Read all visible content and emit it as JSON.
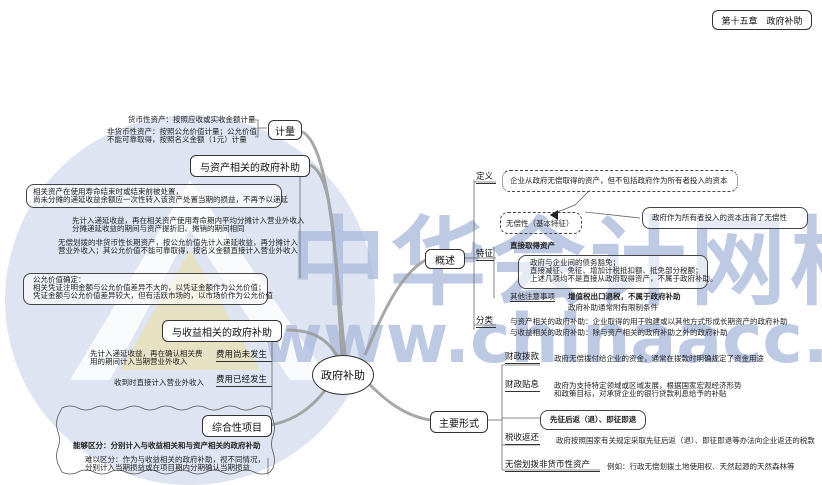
{
  "chapter_label": "第十五章　政府补助",
  "watermark": {
    "cn": "中华会计网校",
    "url": "www.chinaacc.com",
    "color": "#a9b9dc",
    "accent": "#e8c84a"
  },
  "center": {
    "label": "政府补助"
  },
  "left": {
    "measurement": {
      "label": "计量",
      "items": [
        "货币性资产：按照应收或实收金额计量",
        "非货币性资产：按照公允价值计量；公允价值",
        "不能可靠取得，按照名义金额（1元）计量"
      ]
    },
    "asset_related": {
      "label": "与资产相关的政府补助",
      "callout_disposal": [
        "相关资产在使用寿命结束时或结束前被处置，",
        "尚未分摊的递延收益余额应一次性转入该资产处置当期的损益，不再予以递延"
      ],
      "item1": [
        "先计入递延收益，再在相关资产使用寿命期内平均分摊计入营业外收入",
        "分摊递延收益的期间与资产提折旧、摊销的期间相同"
      ],
      "item2": [
        "无偿划拨的非货币性长期资产，按公允价值先计入递延收益，再分摊计入",
        "营业外收入；其公允价值不能可靠取得，按名义金额直接计入营业外收入"
      ],
      "callout_fair_value": [
        "公允价值确定：",
        "相关凭证注明金额与公允价值差异不大的，以凭证金额作为公允价值；",
        "凭证金额与公允价值差异较大，但有活跃市场的，以市场价作为公允价值"
      ]
    },
    "income_related": {
      "label": "与收益相关的政府补助",
      "not_incurred": {
        "label": "费用尚未发生",
        "text": [
          "先计入递延收益，再在确认相关费",
          "用的期间计入当期营业外收入"
        ]
      },
      "incurred": {
        "label": "费用已经发生",
        "text": "收到时直接计入营业外收入"
      }
    },
    "comprehensive": {
      "label": "综合性项目",
      "items": [
        "能够区分：分别计入与收益相关和与资产相关的政府补助",
        "难以区分：作为与收益相关的政府补助，视不同情况，",
        "分别计入当期损益或在项目期内分期确认当期损益"
      ]
    }
  },
  "right": {
    "overview": {
      "label": "概述",
      "definition": {
        "label": "定义",
        "text": "企业从政府无偿取得的资产，但不包括政府作为所有者投入的资本"
      },
      "features": {
        "label": "特征",
        "gratuitous": "无偿性（基本特征）",
        "gratuitous_note": "政府作为所有者投入的资本违背了无偿性",
        "direct": "直接取得资产",
        "direct_callout": [
          "政府与企业间的债务豁免；",
          "直接减征、免征、增加计税抵扣额、抵免部分税额；",
          "上述几项均不是直接从政府取得资产，不属于政府补助。"
        ],
        "other_label": "其他注意事项",
        "other_items": [
          "增值税出口退税，不属于政府补助",
          "政府补助通常附有限制条件"
        ]
      },
      "classification": {
        "label": "分类",
        "items": [
          "与资产相关的政府补助：企业取得的用于购建或以其他方式形成长期资产的政府补助",
          "与收益相关的政府补助：除与资产相关的政府补助之外的政府补助"
        ]
      }
    },
    "main_forms": {
      "label": "主要形式",
      "items": [
        {
          "label": "财政拨款",
          "text": [
            "政府无偿拨付给企业的资金，通常在拨款时明确规定了资金用途"
          ]
        },
        {
          "label": "财政贴息",
          "text": [
            "政府为支持特定领域或区域发展，根据国家宏观经济形势",
            "和政策目标，对承贷企业的银行贷款利息给予的补贴"
          ]
        },
        {
          "label": "税收返还",
          "text": [
            "政府按照国家有关规定采取先征后返（退）、即征即退等办法向企业返还的税款"
          ]
        },
        {
          "label": "无偿划拨非货币性资产",
          "text": [
            "例如：行政无偿划拨土地使用权、天然起源的天然森林等"
          ]
        }
      ],
      "tax_callout": "先征后返（退）、即征即退"
    }
  }
}
